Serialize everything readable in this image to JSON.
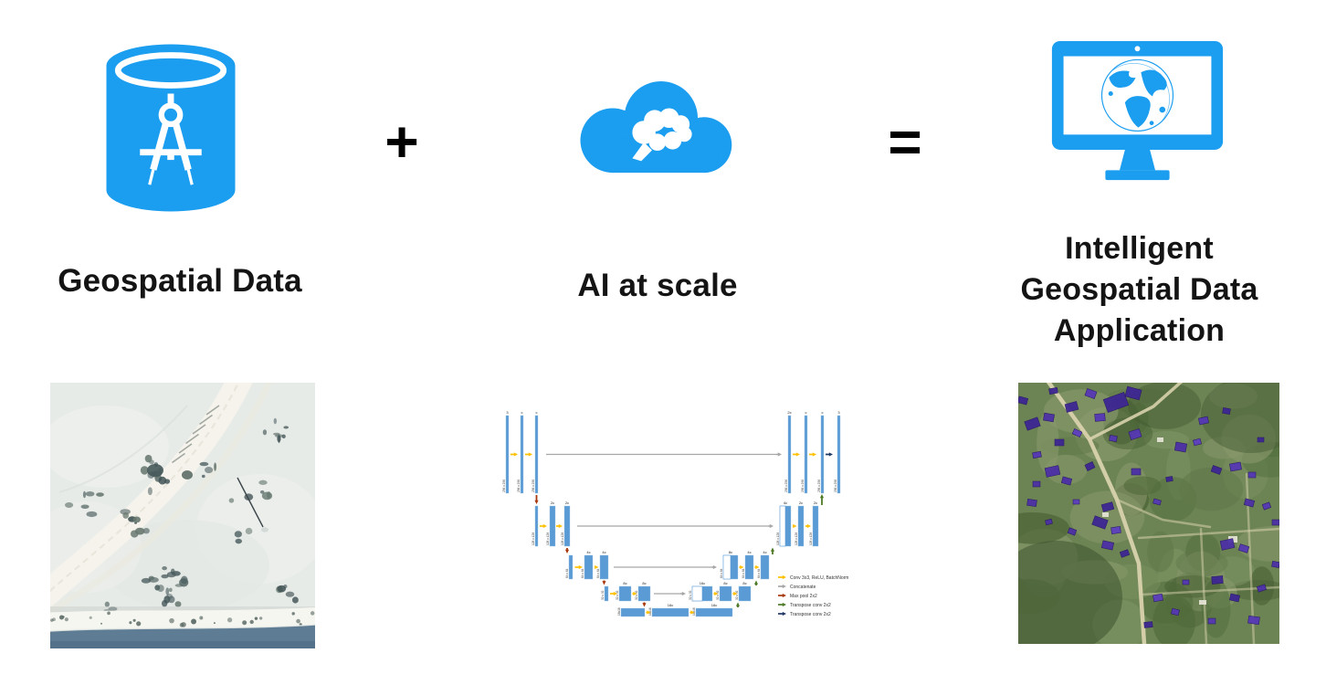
{
  "slide": {
    "background": "#ffffff",
    "accent_blue": "#1b9df0"
  },
  "concepts": [
    {
      "id": "geospatial-data",
      "icon": "database-compass-icon",
      "label": "Geospatial Data"
    },
    {
      "id": "ai-at-scale",
      "icon": "cloud-brain-icon",
      "label": "AI at scale"
    },
    {
      "id": "intelligent-application",
      "icon": "monitor-globe-icon",
      "label": "Intelligent Geospatial Data Application"
    }
  ],
  "operators": {
    "plus": "+",
    "equals": "="
  },
  "images": {
    "left": {
      "name": "aerial-beach-sample"
    },
    "middle": {
      "name": "unet-architecture-diagram"
    },
    "right": {
      "name": "segmented-buildings-sample"
    }
  },
  "unet": {
    "bar_color": "#5B9BD5",
    "levels": [
      {
        "size": "256 x 256",
        "enc_labels": [
          "3",
          "c",
          "c"
        ],
        "dec_labels": [
          "2c",
          "c",
          "c",
          "3"
        ]
      },
      {
        "size": "128 x 128",
        "enc_labels": [
          "2c",
          "2c"
        ],
        "dec_labels": [
          "4c",
          "2c",
          "2c"
        ]
      },
      {
        "size": "64 x 64",
        "enc_labels": [
          "4c",
          "4c"
        ],
        "dec_labels": [
          "8c",
          "4c",
          "4c"
        ]
      },
      {
        "size": "32 x 32",
        "enc_labels": [
          "8c",
          "8c"
        ],
        "dec_labels": [
          "16c",
          "8c",
          "8c"
        ]
      },
      {
        "size": "16x16",
        "enc_labels": [
          "16c",
          "16c"
        ],
        "dec_labels": []
      }
    ],
    "legend": [
      {
        "color": "#FFC000",
        "label": "Conv 3x3, ReLU, BatchNorm"
      },
      {
        "color": "#A6A6A6",
        "label": "Concatenate"
      },
      {
        "color": "#A8390E",
        "label": "Max pool 2x2"
      },
      {
        "color": "#4E7A27",
        "label": "Transpose conv 2x2"
      },
      {
        "color": "#203864",
        "label": "Transpose conv 2x2"
      }
    ]
  }
}
